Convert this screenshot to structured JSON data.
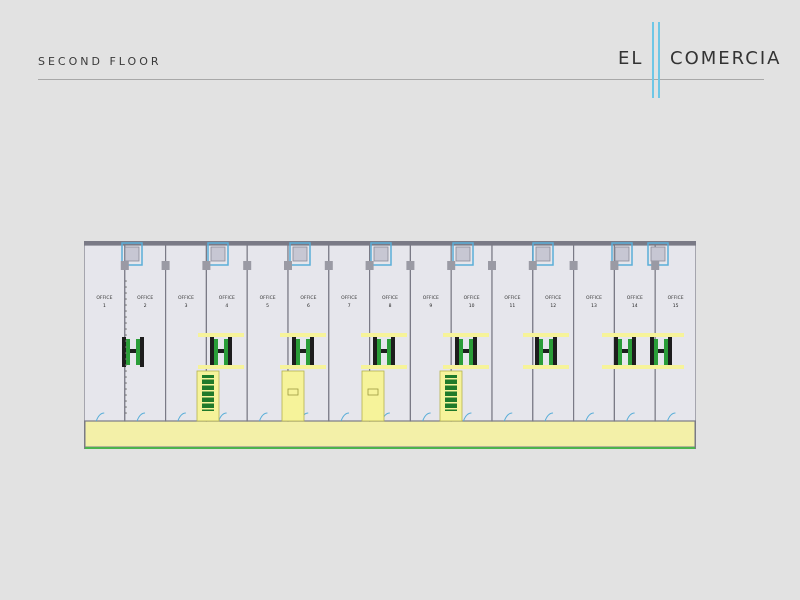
{
  "header": {
    "title": "SECOND FLOOR"
  },
  "logo": {
    "text_left": "EL",
    "text_right": "COMERCIA"
  },
  "floor_plan": {
    "corridor_label": "",
    "units": [
      {
        "label": "OFFICE",
        "index": 1
      },
      {
        "label": "OFFICE",
        "index": 2
      },
      {
        "label": "OFFICE",
        "index": 3
      },
      {
        "label": "OFFICE",
        "index": 4
      },
      {
        "label": "OFFICE",
        "index": 5
      },
      {
        "label": "OFFICE",
        "index": 6
      },
      {
        "label": "OFFICE",
        "index": 7
      },
      {
        "label": "OFFICE",
        "index": 8
      },
      {
        "label": "OFFICE",
        "index": 9
      },
      {
        "label": "OFFICE",
        "index": 10
      },
      {
        "label": "OFFICE",
        "index": 11
      },
      {
        "label": "OFFICE",
        "index": 12
      },
      {
        "label": "OFFICE",
        "index": 13
      },
      {
        "label": "OFFICE",
        "index": 14
      },
      {
        "label": "OFFICE",
        "index": 15
      }
    ],
    "colors": {
      "unit_fill": "#e6e6ec",
      "wall": "#7a7a86",
      "corridor": "#f3f0a8",
      "stair_yellow": "#f6f39a",
      "green": "#2a9d38",
      "window_blue": "#5aaed8",
      "green_border": "#4cb44c"
    }
  }
}
